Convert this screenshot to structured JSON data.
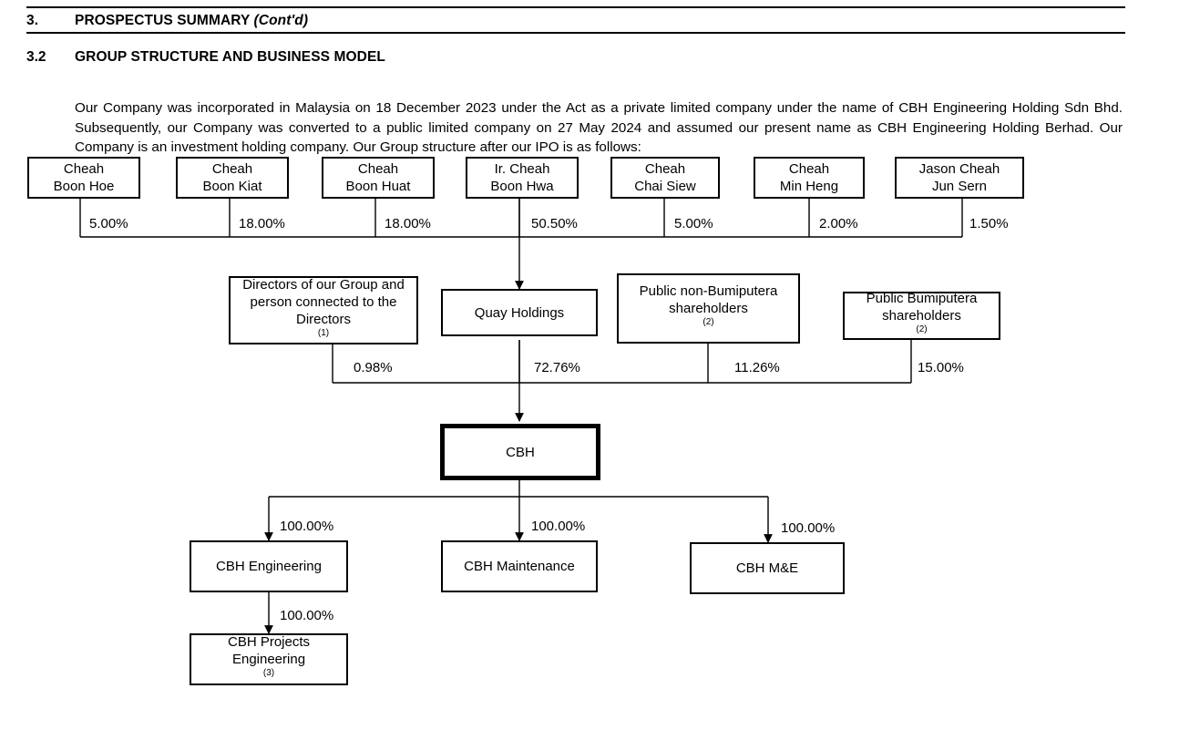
{
  "header": {
    "number": "3.",
    "title": "PROSPECTUS SUMMARY ",
    "title_cont": "(Cont'd)"
  },
  "section": {
    "number": "3.2",
    "title": "GROUP STRUCTURE AND BUSINESS MODEL"
  },
  "intro_paragraph": "Our Company was incorporated in Malaysia on 18 December 2023 under the Act as a private limited company under the name of CBH Engineering Holding Sdn Bhd. Subsequently, our Company was converted to a public limited company on 27 May 2024 and assumed our present name as CBH Engineering Holding Berhad. Our Company is an investment holding company. Our Group structure after our IPO is as follows:",
  "chart_data": {
    "type": "diagram",
    "title": "Group structure after IPO",
    "nodes": {
      "n1": {
        "label": "Cheah\nBoon Hoe"
      },
      "n2": {
        "label": "Cheah\nBoon Kiat"
      },
      "n3": {
        "label": "Cheah\nBoon Huat"
      },
      "n4": {
        "label": "Ir. Cheah\nBoon Hwa"
      },
      "n5": {
        "label": "Cheah\nChai Siew"
      },
      "n6": {
        "label": "Cheah\nMin Heng"
      },
      "n7": {
        "label": "Jason Cheah\nJun Sern"
      },
      "n8": {
        "label": "Directors of our Group and person connected to the Directors",
        "sup": "(1)"
      },
      "n9": {
        "label": "Quay Holdings"
      },
      "n10": {
        "label": "Public non-Bumiputera shareholders",
        "sup": "(2)"
      },
      "n11": {
        "label": "Public Bumiputera shareholders",
        "sup": "(2)"
      },
      "n12": {
        "label": "CBH"
      },
      "n13": {
        "label": "CBH Engineering"
      },
      "n14": {
        "label": "CBH Maintenance"
      },
      "n15": {
        "label": "CBH M&E"
      },
      "n16": {
        "label": "CBH Projects Engineering",
        "sup": "(3)"
      }
    },
    "edges": [
      {
        "from": "n1",
        "to": "n9",
        "value": "5.00%"
      },
      {
        "from": "n2",
        "to": "n9",
        "value": "18.00%"
      },
      {
        "from": "n3",
        "to": "n9",
        "value": "18.00%"
      },
      {
        "from": "n4",
        "to": "n9",
        "value": "50.50%"
      },
      {
        "from": "n5",
        "to": "n9",
        "value": "5.00%"
      },
      {
        "from": "n6",
        "to": "n9",
        "value": "2.00%"
      },
      {
        "from": "n7",
        "to": "n9",
        "value": "1.50%"
      },
      {
        "from": "n8",
        "to": "n12",
        "value": "0.98%"
      },
      {
        "from": "n9",
        "to": "n12",
        "value": "72.76%"
      },
      {
        "from": "n10",
        "to": "n12",
        "value": "11.26%"
      },
      {
        "from": "n11",
        "to": "n12",
        "value": "15.00%"
      },
      {
        "from": "n12",
        "to": "n13",
        "value": "100.00%"
      },
      {
        "from": "n12",
        "to": "n14",
        "value": "100.00%"
      },
      {
        "from": "n12",
        "to": "n15",
        "value": "100.00%"
      },
      {
        "from": "n13",
        "to": "n16",
        "value": "100.00%"
      }
    ]
  }
}
